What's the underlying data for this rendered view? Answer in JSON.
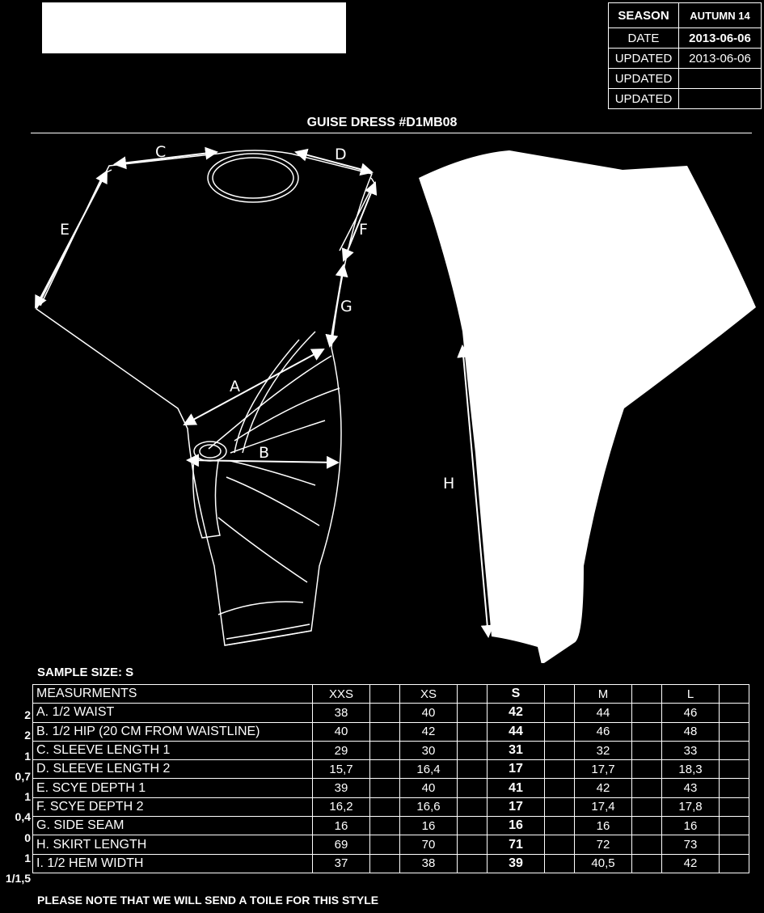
{
  "header": {
    "season_label": "SEASON",
    "season_value": "AUTUMN 14",
    "date_label": "DATE",
    "date_value": "2013-06-06",
    "updated1_label": "UPDATED",
    "updated1_value": "2013-06-06",
    "updated2_label": "UPDATED",
    "updated2_value": "",
    "updated3_label": "UPDATED",
    "updated3_value": ""
  },
  "title": "GUISE DRESS #D1MB08",
  "labels": {
    "a": "A",
    "b": "B",
    "c": "C",
    "d": "D",
    "e": "E",
    "f": "F",
    "g": "G",
    "h": "H"
  },
  "sample_size": "SAMPLE SIZE: S",
  "table": {
    "header": [
      "MEASURMENTS",
      "XXS",
      "XS",
      "S",
      "M",
      "L"
    ],
    "rows": [
      {
        "grade": "2",
        "name": "A. 1/2 WAIST",
        "xxs": "38",
        "xs": "40",
        "s": "42",
        "m": "44",
        "l": "46"
      },
      {
        "grade": "2",
        "name": "B. 1/2 HIP (20 CM FROM WAISTLINE)",
        "xxs": "40",
        "xs": "42",
        "s": "44",
        "m": "46",
        "l": "48"
      },
      {
        "grade": "1",
        "name": "C. SLEEVE LENGTH 1",
        "xxs": "29",
        "xs": "30",
        "s": "31",
        "m": "32",
        "l": "33"
      },
      {
        "grade": "0,7",
        "name": "D. SLEEVE LENGTH 2",
        "xxs": "15,7",
        "xs": "16,4",
        "s": "17",
        "m": "17,7",
        "l": "18,3"
      },
      {
        "grade": "1",
        "name": "E. SCYE DEPTH 1",
        "xxs": "39",
        "xs": "40",
        "s": "41",
        "m": "42",
        "l": "43"
      },
      {
        "grade": "0,4",
        "name": "F. SCYE DEPTH 2",
        "xxs": "16,2",
        "xs": "16,6",
        "s": "17",
        "m": "17,4",
        "l": "17,8"
      },
      {
        "grade": "0",
        "name": "G. SIDE SEAM",
        "xxs": "16",
        "xs": "16",
        "s": "16",
        "m": "16",
        "l": "16"
      },
      {
        "grade": "1",
        "name": "H. SKIRT LENGTH",
        "xxs": "69",
        "xs": "70",
        "s": "71",
        "m": "72",
        "l": "73"
      },
      {
        "grade": "1/1,5",
        "name": "I. 1/2 HEM WIDTH",
        "xxs": "37",
        "xs": "38",
        "s": "39",
        "m": "40,5",
        "l": "42"
      }
    ]
  },
  "note": "PLEASE NOTE THAT WE WILL SEND A TOILE FOR THIS STYLE"
}
